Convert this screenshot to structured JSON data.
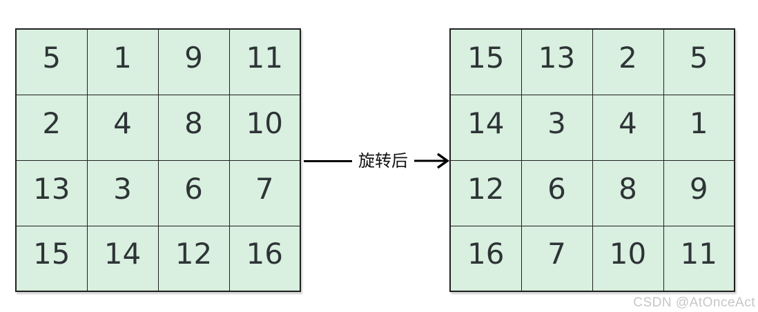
{
  "matrices": {
    "original": {
      "rows": [
        [
          "5",
          "1",
          "9",
          "11"
        ],
        [
          "2",
          "4",
          "8",
          "10"
        ],
        [
          "13",
          "3",
          "6",
          "7"
        ],
        [
          "15",
          "14",
          "12",
          "16"
        ]
      ]
    },
    "rotated": {
      "rows": [
        [
          "15",
          "13",
          "2",
          "5"
        ],
        [
          "14",
          "3",
          "4",
          "1"
        ],
        [
          "12",
          "6",
          "8",
          "9"
        ],
        [
          "16",
          "7",
          "10",
          "11"
        ]
      ]
    }
  },
  "arrow": {
    "label": "旋转后"
  },
  "watermark": {
    "text": "CSDN @AtOnceAct"
  },
  "colors": {
    "cell_fill": "#d9efdf",
    "grid_border": "#1f1f1f",
    "number_text": "#2d3436",
    "arrow": "#000000",
    "watermark": "#c6c6c6",
    "background": "#ffffff"
  }
}
